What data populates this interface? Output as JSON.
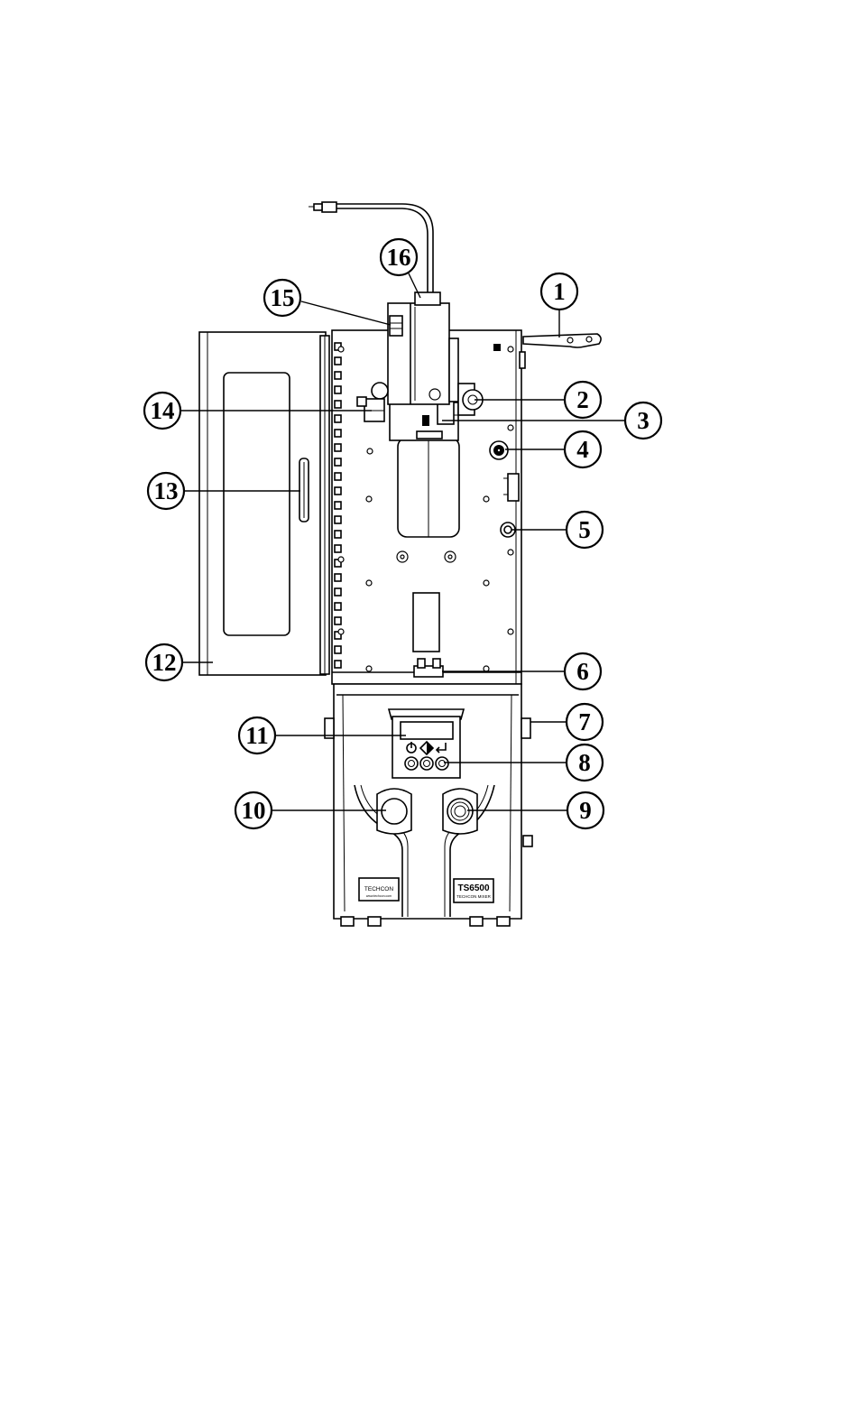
{
  "callouts": [
    {
      "id": 1,
      "label": "1"
    },
    {
      "id": 2,
      "label": "2"
    },
    {
      "id": 3,
      "label": "3"
    },
    {
      "id": 4,
      "label": "4"
    },
    {
      "id": 5,
      "label": "5"
    },
    {
      "id": 6,
      "label": "6"
    },
    {
      "id": 7,
      "label": "7"
    },
    {
      "id": 8,
      "label": "8"
    },
    {
      "id": 9,
      "label": "9"
    },
    {
      "id": 10,
      "label": "10"
    },
    {
      "id": 11,
      "label": "11"
    },
    {
      "id": 12,
      "label": "12"
    },
    {
      "id": 13,
      "label": "13"
    },
    {
      "id": 14,
      "label": "14"
    },
    {
      "id": 15,
      "label": "15"
    },
    {
      "id": 16,
      "label": "16"
    }
  ],
  "labels": {
    "brand": "TECHCON",
    "brand_url": "www.techcon.com",
    "model": "TS6500",
    "model_sub": "TECHCON MIXER"
  },
  "keypad_icons": [
    "power-icon",
    "diamond-icon",
    "enter-arrow-icon"
  ]
}
